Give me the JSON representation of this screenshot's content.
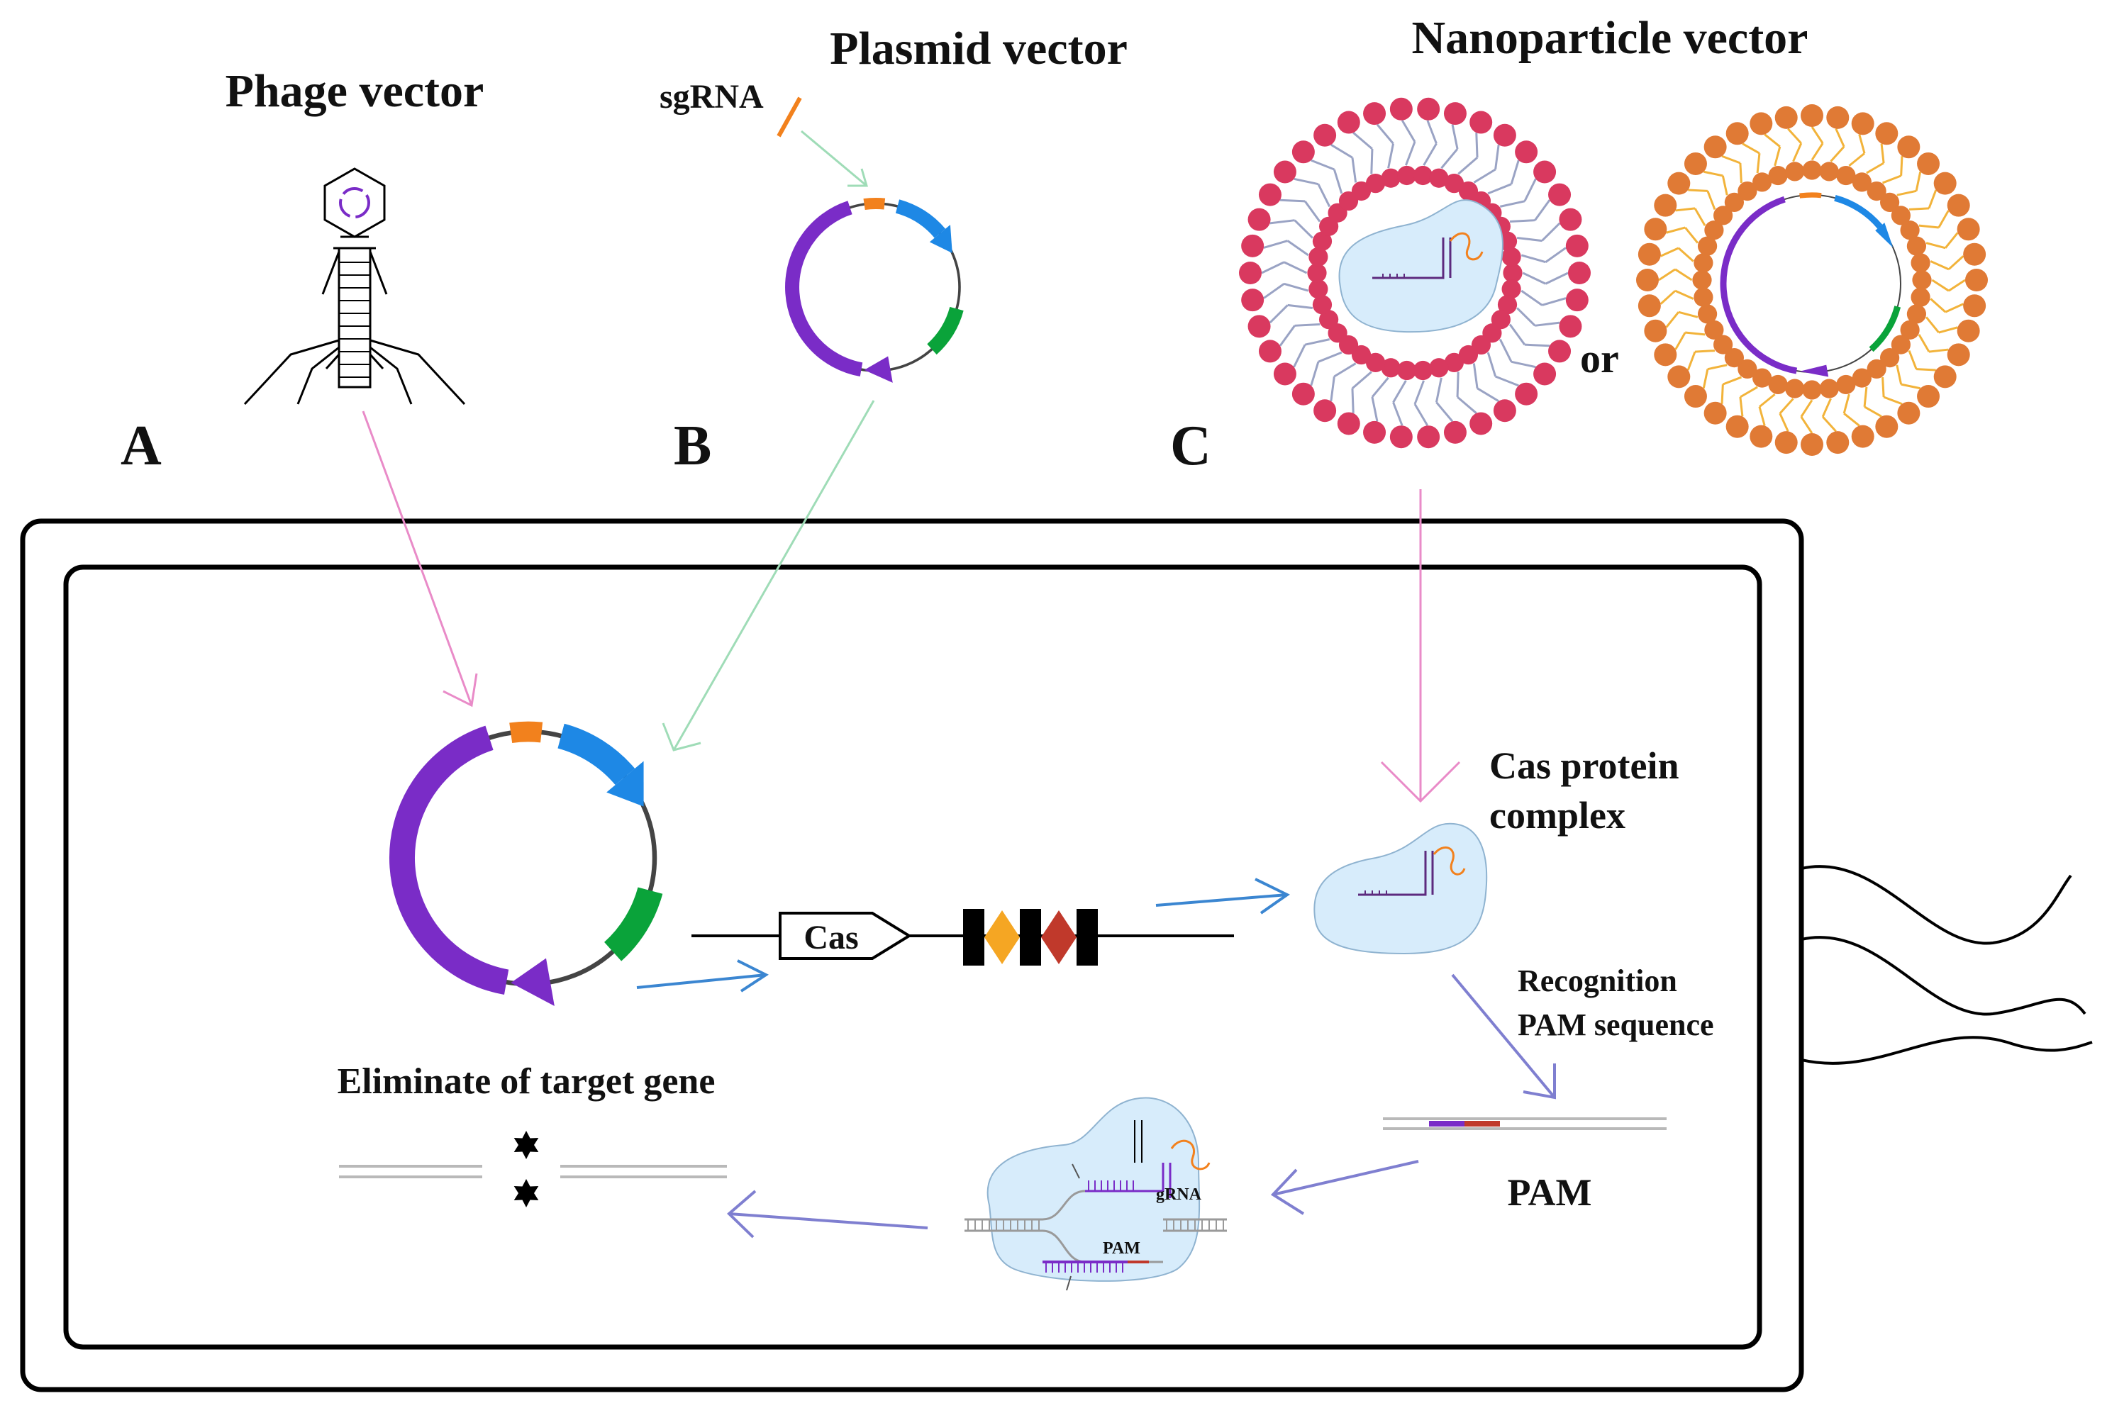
{
  "labels": {
    "phage_vector": "Phage vector",
    "plasmid_vector": "Plasmid vector",
    "nanoparticle_vector": "Nanoparticle vector",
    "sgrna": "sgRNA",
    "or": "or",
    "panel_a": "A",
    "panel_b": "B",
    "panel_c": "C",
    "cas_protein_line1": "Cas protein",
    "cas_protein_line2": "complex",
    "recognition_line1": "Recognition",
    "recognition_line2": "PAM sequence",
    "pam": "PAM",
    "eliminate": "Eliminate of target gene",
    "cas_gene": "Cas",
    "grna_small": "gRNA",
    "pam_small": "PAM"
  },
  "colors": {
    "plasmid_purple": "#7a2cc7",
    "plasmid_blue": "#1e88e5",
    "plasmid_green": "#0aa33a",
    "plasmid_orange": "#f2811d",
    "lipid_red_head": "#d9395f",
    "lipid_red_tail": "#9aa3c4",
    "lipid_orange_head": "#e07a35",
    "lipid_orange_tail": "#f2b33a",
    "arrow_pink": "#e98bc8",
    "arrow_green": "#9fdcb7",
    "arrow_blue": "#3b86d1",
    "arrow_violet": "#7f7fd0",
    "protein_fill": "#d7ecfb",
    "diamond_orange": "#f5a623",
    "diamond_red": "#c0392b"
  }
}
